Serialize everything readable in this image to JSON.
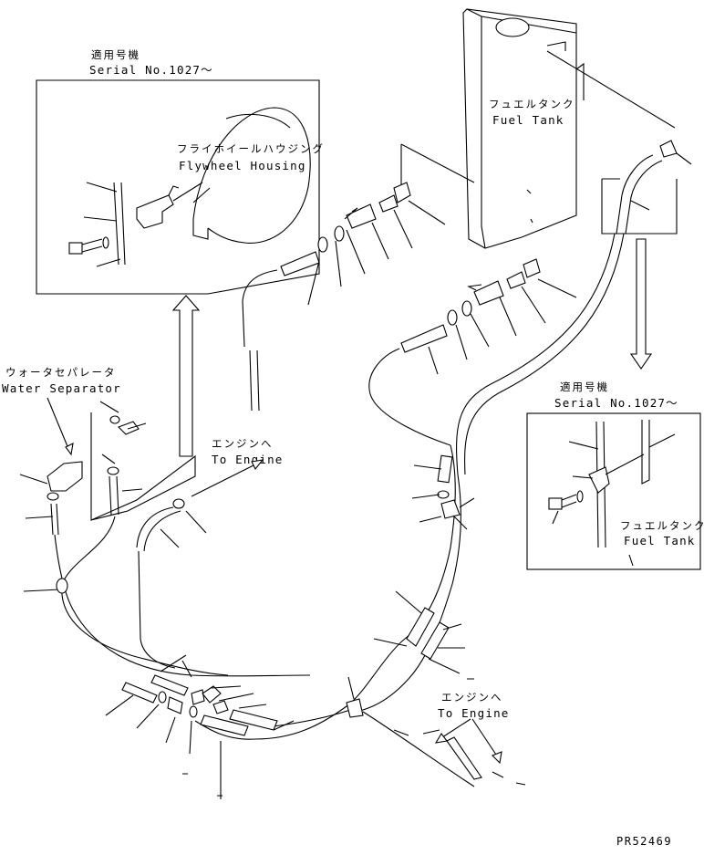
{
  "inset_top_left": {
    "applicable_jp": "適用号機",
    "serial": "Serial No.1027～",
    "part_jp": "フライホイールハウジング",
    "part_en": "Flywheel Housing"
  },
  "fuel_tank": {
    "jp": "フュエルタンク",
    "en": "Fuel Tank"
  },
  "water_separator": {
    "jp": "ウォータセパレータ",
    "en": "Water Separator"
  },
  "to_engine_upper": {
    "jp": "エンジンへ",
    "en": "To Engine"
  },
  "to_engine_lower": {
    "jp": "エンジンへ",
    "en": "To Engine"
  },
  "inset_right": {
    "applicable_jp": "適用号機",
    "serial": "Serial No.1027～",
    "part_jp": "フュエルタンク",
    "part_en": "Fuel Tank"
  },
  "drawing_code": "PR52469"
}
